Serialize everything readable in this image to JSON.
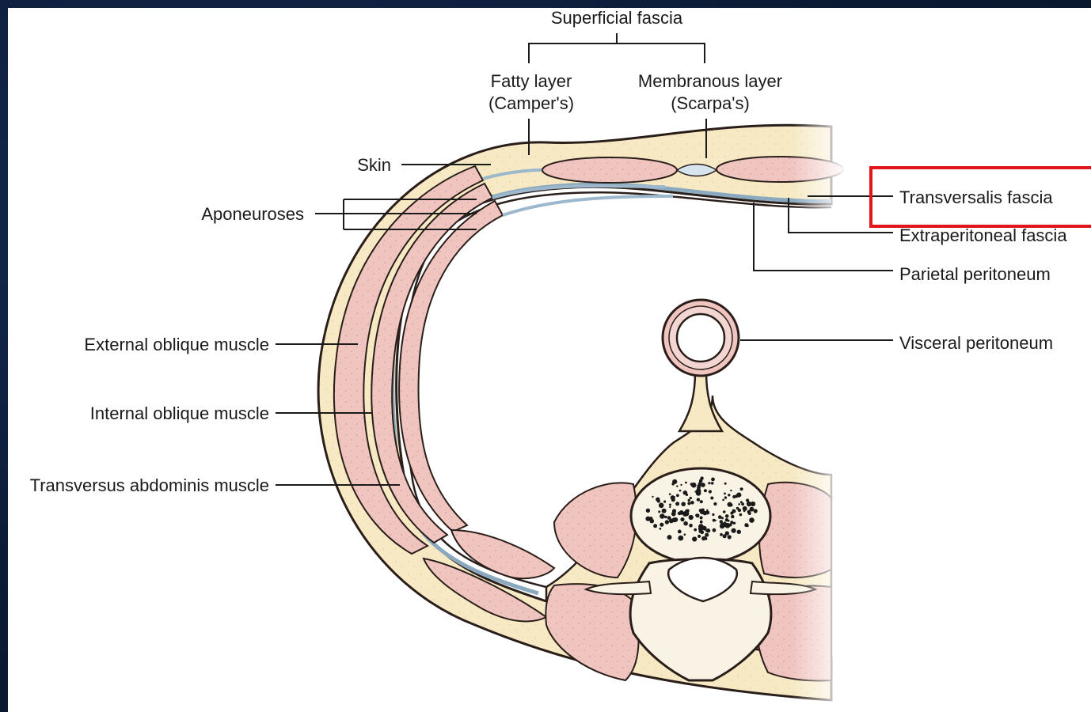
{
  "labels": {
    "superficial_fascia": "Superficial fascia",
    "fatty_layer_1": "Fatty layer",
    "fatty_layer_2": "(Camper's)",
    "membranous_layer_1": "Membranous layer",
    "membranous_layer_2": "(Scarpa's)",
    "skin": "Skin",
    "aponeuroses": "Aponeuroses",
    "external_oblique": "External oblique muscle",
    "internal_oblique": "Internal oblique muscle",
    "transversus_abdominis": "Transversus abdominis muscle",
    "transversalis_fascia": "Transversalis fascia",
    "extraperitoneal_fascia": "Extraperitoneal fascia",
    "parietal_peritoneum": "Parietal peritoneum",
    "visceral_peritoneum": "Visceral peritoneum"
  },
  "highlight": {
    "target": "Transversalis fascia",
    "color": "#e0161b"
  },
  "colors": {
    "fat": "#f6e9c4",
    "muscle": "#f0c5c0",
    "fascia": "#d6e4ee",
    "outline": "#2a1e1a",
    "bone_spots": "#1a1a1a"
  }
}
